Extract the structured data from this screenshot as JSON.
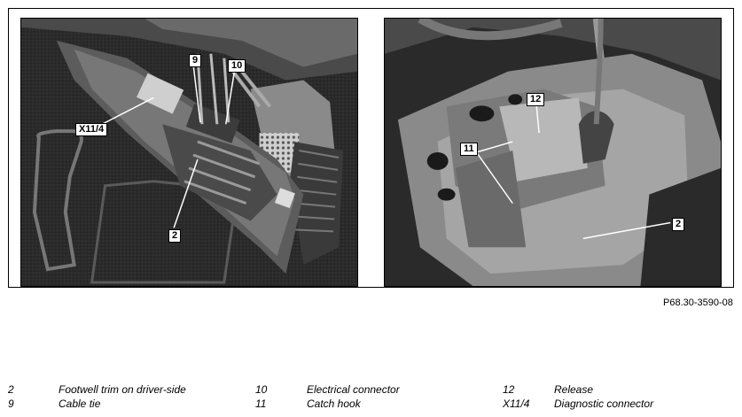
{
  "callouts": {
    "left": {
      "x11_4": "X11/4",
      "n9": "9",
      "n10": "10",
      "n2": "2"
    },
    "right": {
      "n12": "12",
      "n11": "11",
      "n2": "2"
    }
  },
  "figure_ref": "P68.30-3590-08",
  "legend": [
    {
      "key": "2",
      "text": "Footwell trim on driver-side"
    },
    {
      "key": "9",
      "text": "Cable tie"
    },
    {
      "key": "10",
      "text": "Electrical connector"
    },
    {
      "key": "11",
      "text": "Catch hook"
    },
    {
      "key": "12",
      "text": "Release"
    },
    {
      "key": "X11/4",
      "text": "Diagnostic connector"
    }
  ]
}
